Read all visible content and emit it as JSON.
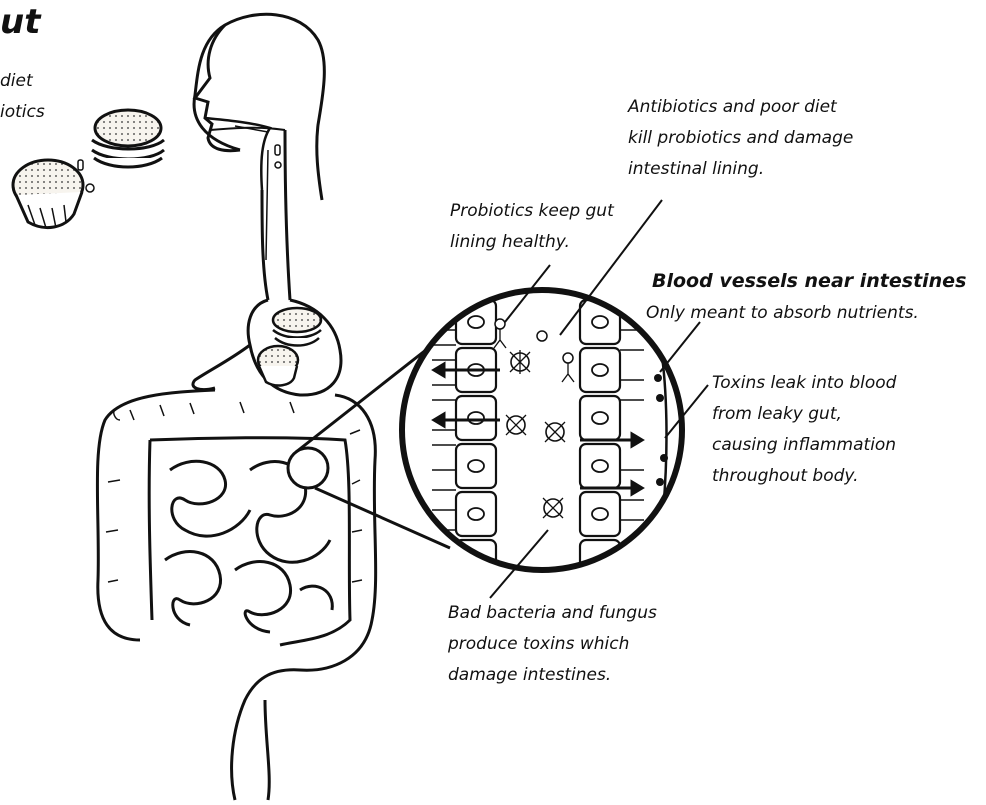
{
  "title": "ut",
  "left_fragment": [
    "diet",
    "iotics"
  ],
  "labels": {
    "antibiotics": [
      "Antibiotics and poor diet",
      "kill probiotics and damage",
      "intestinal lining."
    ],
    "probiotics": [
      "Probiotics keep gut",
      "lining healthy."
    ],
    "blood_vessels_heading": "Blood vessels near intestines",
    "blood_vessels_body": "Only meant to absorb nutrients.",
    "toxins": [
      "Toxins leak into blood",
      "from leaky gut,",
      "causing inflammation",
      "throughout body."
    ],
    "bad_bacteria": [
      "Bad bacteria and fungus",
      "produce toxins which",
      "damage intestines."
    ]
  },
  "colors": {
    "ink": "#111111",
    "paper": "#ffffff",
    "food_fill": "#f4f1ea"
  }
}
